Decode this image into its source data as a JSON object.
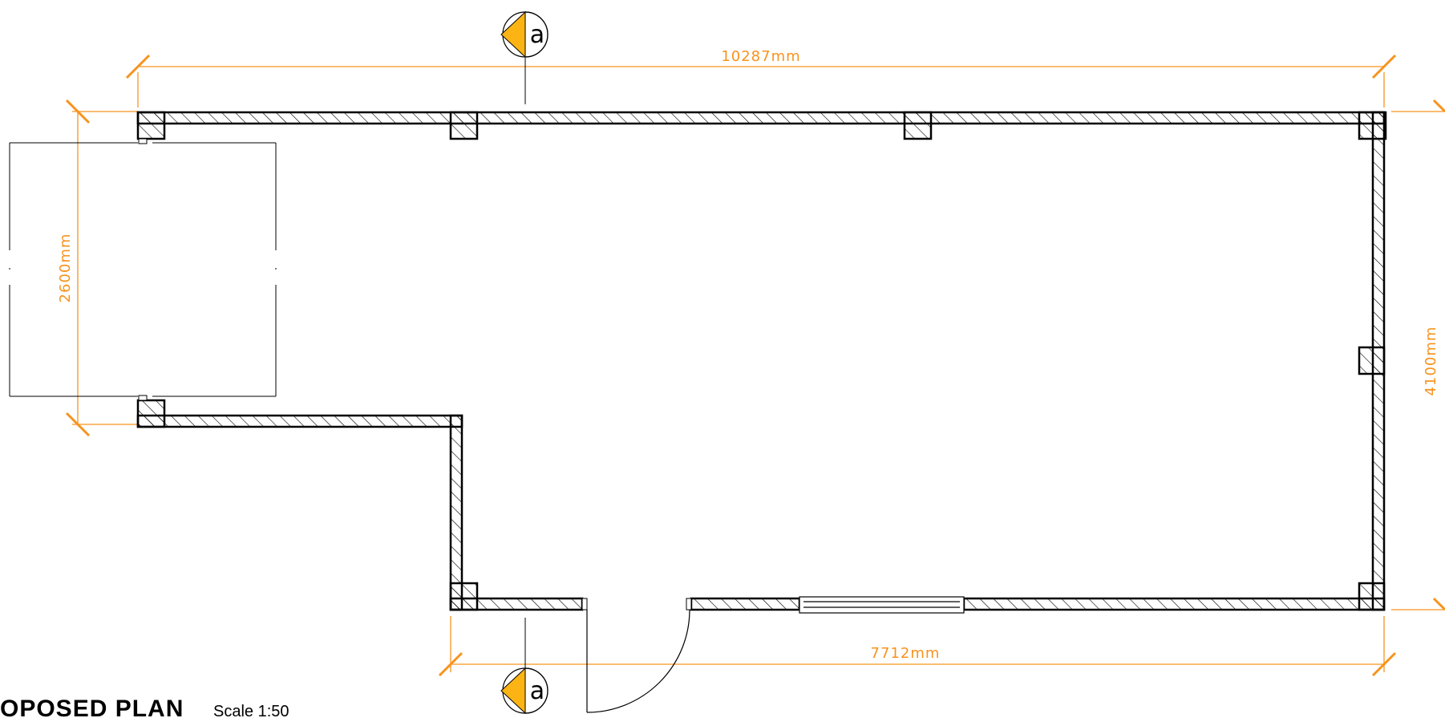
{
  "drawing": {
    "title": "OPOSED PLAN",
    "scale": "Scale 1:50"
  },
  "dimensions": {
    "top_width": "10287mm",
    "right_height": "4100mm",
    "bottom_width": "7712mm",
    "left_height": "2600mm"
  },
  "section_markers": {
    "top_label": "a",
    "bottom_label": "a"
  },
  "colors": {
    "dimension": "#f7931e",
    "marker_fill": "#fbb414",
    "line": "#000000"
  }
}
